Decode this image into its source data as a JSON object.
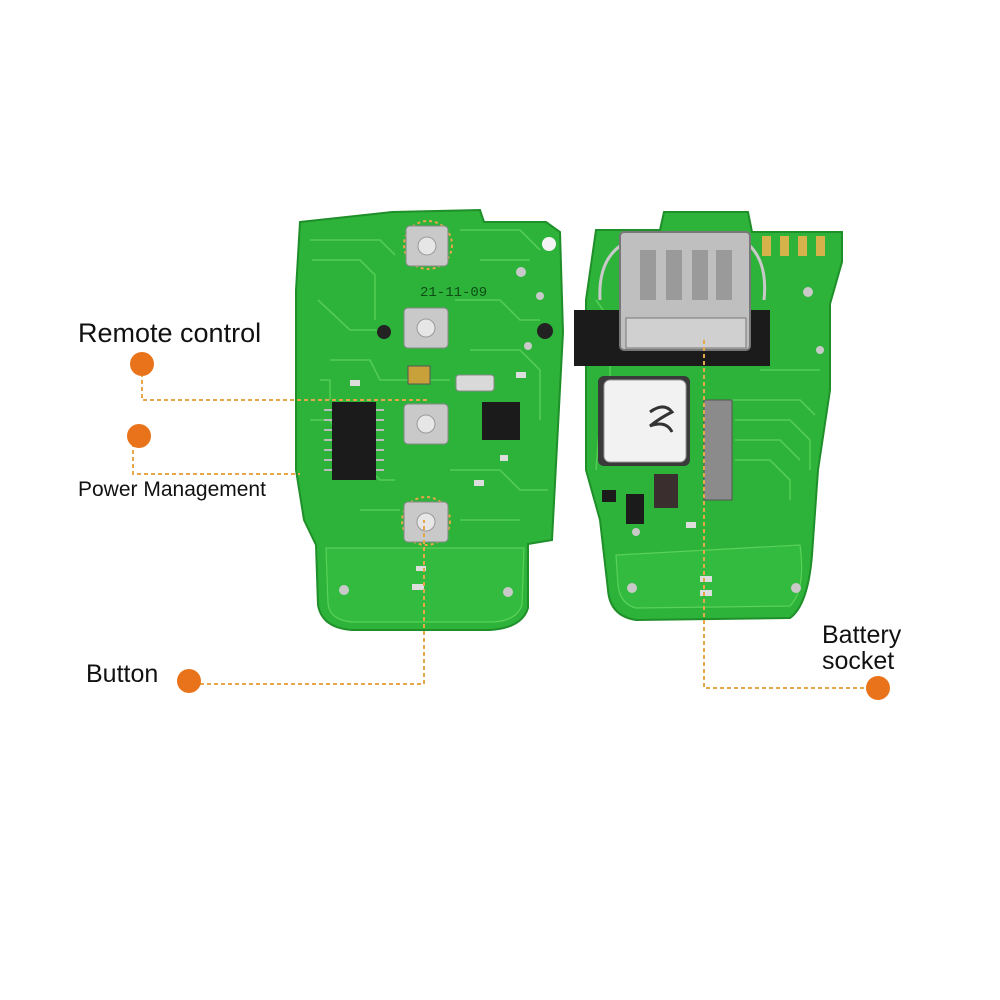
{
  "colors": {
    "pcb": "#2db33a",
    "pcb_dark": "#1f8f2a",
    "trace": "#58cc55",
    "callout": "#e8731a",
    "leader": "#e8a64a",
    "chip": "#1b1b1b",
    "metal": "#c9c9c9"
  },
  "left_board": {
    "date_code": "21-11-09",
    "buttons": 4
  },
  "callouts": {
    "remote_control": "Remote control",
    "power_management": "Power Management",
    "button": "Button",
    "battery_socket_line1": "Battery",
    "battery_socket_line2": "socket"
  }
}
